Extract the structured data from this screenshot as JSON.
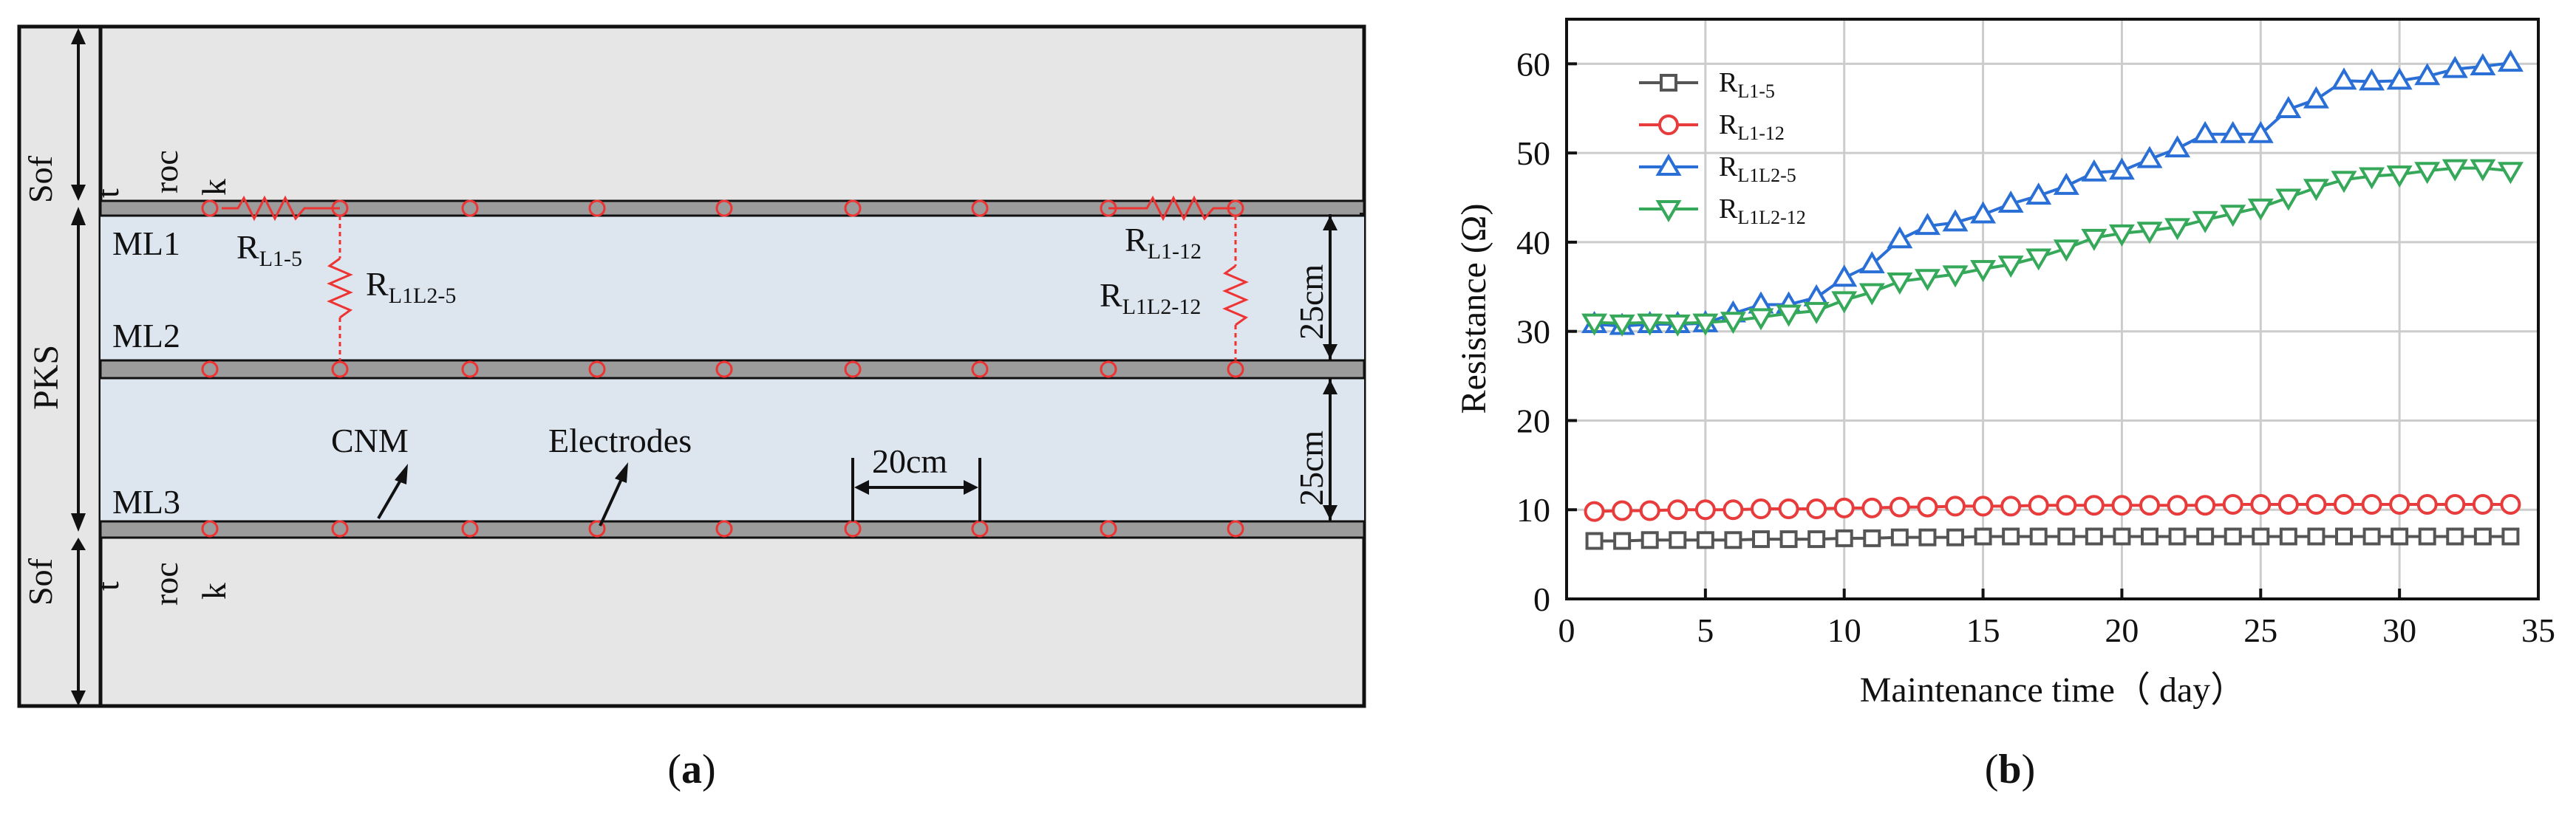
{
  "panel_a": {
    "caption_open": "(",
    "caption_letter": "a",
    "caption_close": ")",
    "layers": {
      "soft_rock_word_top": "Sof",
      "soft_rock_t_top": "t",
      "soft_rock_roc_top": "roc",
      "soft_rock_k_top": "k",
      "soft_rock_word_bottom": "Sof",
      "soft_rock_t_bottom": "t",
      "soft_rock_roc_bottom": "roc",
      "soft_rock_k_bottom": "k",
      "pks": "PKS",
      "ml1": "ML1",
      "ml2": "ML2",
      "ml3": "ML3"
    },
    "labels": {
      "r_l1_5_main": "R",
      "r_l1_5_sub": "L1-5",
      "r_l1l2_5_main": "R",
      "r_l1l2_5_sub": "L1L2-5",
      "r_l1_12_main": "R",
      "r_l1_12_sub": "L1-12",
      "r_l1l2_12_main": "R",
      "r_l1l2_12_sub": "L1L2-12",
      "cnm": "CNM",
      "electrodes": "Electrodes",
      "spacing": "20cm",
      "thickness_1": "25cm",
      "thickness_2": "25cm"
    },
    "colors": {
      "layer_fill": "#dde5ef",
      "rock_fill": "#e6e6e6",
      "cnm_fill": "#9c9c9c",
      "electrode": "#ee3333",
      "resistor": "#ee3333"
    }
  },
  "panel_b": {
    "caption_open": "(",
    "caption_letter": "b",
    "caption_close": ")",
    "chart_data": {
      "type": "line",
      "xlabel": "Maintenance time（ day）",
      "ylabel": "Resistance (Ω)",
      "xlim": [
        0,
        35
      ],
      "ylim": [
        0,
        65
      ],
      "x_ticks": [
        "0",
        "5",
        "10",
        "15",
        "20",
        "25",
        "30",
        "35"
      ],
      "y_ticks": [
        "0",
        "10",
        "20",
        "30",
        "40",
        "50",
        "60"
      ],
      "grid": true,
      "legend_position": "top-left",
      "x": [
        1,
        2,
        3,
        4,
        5,
        6,
        7,
        8,
        9,
        10,
        11,
        12,
        13,
        14,
        15,
        16,
        17,
        18,
        19,
        20,
        21,
        22,
        23,
        24,
        25,
        26,
        27,
        28,
        29,
        30,
        31,
        32,
        33,
        34
      ],
      "series": [
        {
          "name_main": "R",
          "name_sub": "L1-5",
          "color": "#555555",
          "marker": "square",
          "values": [
            6.5,
            6.5,
            6.6,
            6.6,
            6.6,
            6.6,
            6.7,
            6.7,
            6.7,
            6.8,
            6.8,
            6.9,
            6.9,
            6.9,
            7.0,
            7.0,
            7.0,
            7.0,
            7.0,
            7.0,
            7.0,
            7.0,
            7.0,
            7.0,
            7.0,
            7.0,
            7.0,
            7.0,
            7.0,
            7.0,
            7.0,
            7.0,
            7.0,
            7.0
          ]
        },
        {
          "name_main": "R",
          "name_sub": "L1-12",
          "color": "#e83b3b",
          "marker": "circle",
          "values": [
            9.8,
            9.9,
            9.9,
            10.0,
            10.0,
            10.0,
            10.1,
            10.1,
            10.1,
            10.2,
            10.2,
            10.3,
            10.3,
            10.4,
            10.4,
            10.4,
            10.5,
            10.5,
            10.5,
            10.5,
            10.5,
            10.5,
            10.5,
            10.6,
            10.6,
            10.6,
            10.6,
            10.6,
            10.6,
            10.6,
            10.6,
            10.6,
            10.6,
            10.6
          ]
        },
        {
          "name_main": "R",
          "name_sub": "L1L2-5",
          "color": "#2a6fd6",
          "marker": "triangle-up",
          "values": [
            30.8,
            30.6,
            30.8,
            30.8,
            30.9,
            32.0,
            33.0,
            33.0,
            33.8,
            36.0,
            37.5,
            40.3,
            41.8,
            42.2,
            43.1,
            44.3,
            45.2,
            46.3,
            47.8,
            48.0,
            49.3,
            50.5,
            52.1,
            52.1,
            52.1,
            54.9,
            56.0,
            58.1,
            58.0,
            58.1,
            58.6,
            59.4,
            59.7,
            60.1
          ]
        },
        {
          "name_main": "R",
          "name_sub": "L1L2-12",
          "color": "#35a85a",
          "marker": "triangle-down",
          "values": [
            31.0,
            30.9,
            31.0,
            30.9,
            31.0,
            31.2,
            31.6,
            32.0,
            32.3,
            33.5,
            34.4,
            35.6,
            36.0,
            36.4,
            37.0,
            37.5,
            38.3,
            39.3,
            40.5,
            41.0,
            41.3,
            41.7,
            42.5,
            43.2,
            43.9,
            45.0,
            46.1,
            47.0,
            47.4,
            47.6,
            48.0,
            48.3,
            48.3,
            48.0
          ]
        }
      ]
    }
  }
}
